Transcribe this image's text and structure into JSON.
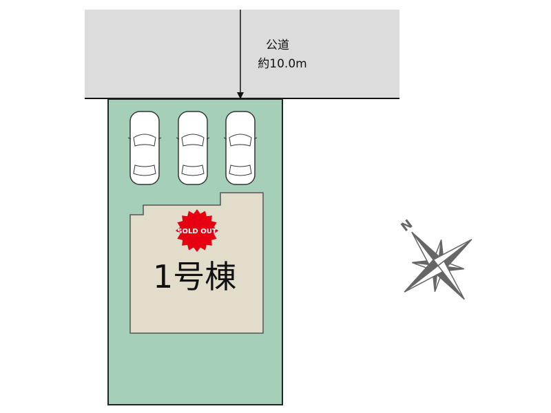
{
  "road": {
    "label": "公道",
    "width_label": "約10.0m"
  },
  "lot": {
    "building_label": "1号棟",
    "sold_badge": "SOLD OUT",
    "parking_spaces": 3
  },
  "compass": {
    "north_label": "N"
  },
  "colors": {
    "road": "#dcdcdc",
    "lot": "#a5cfb9",
    "building": "#e2dccb",
    "badge": "#e60012",
    "compass": "#666666"
  }
}
